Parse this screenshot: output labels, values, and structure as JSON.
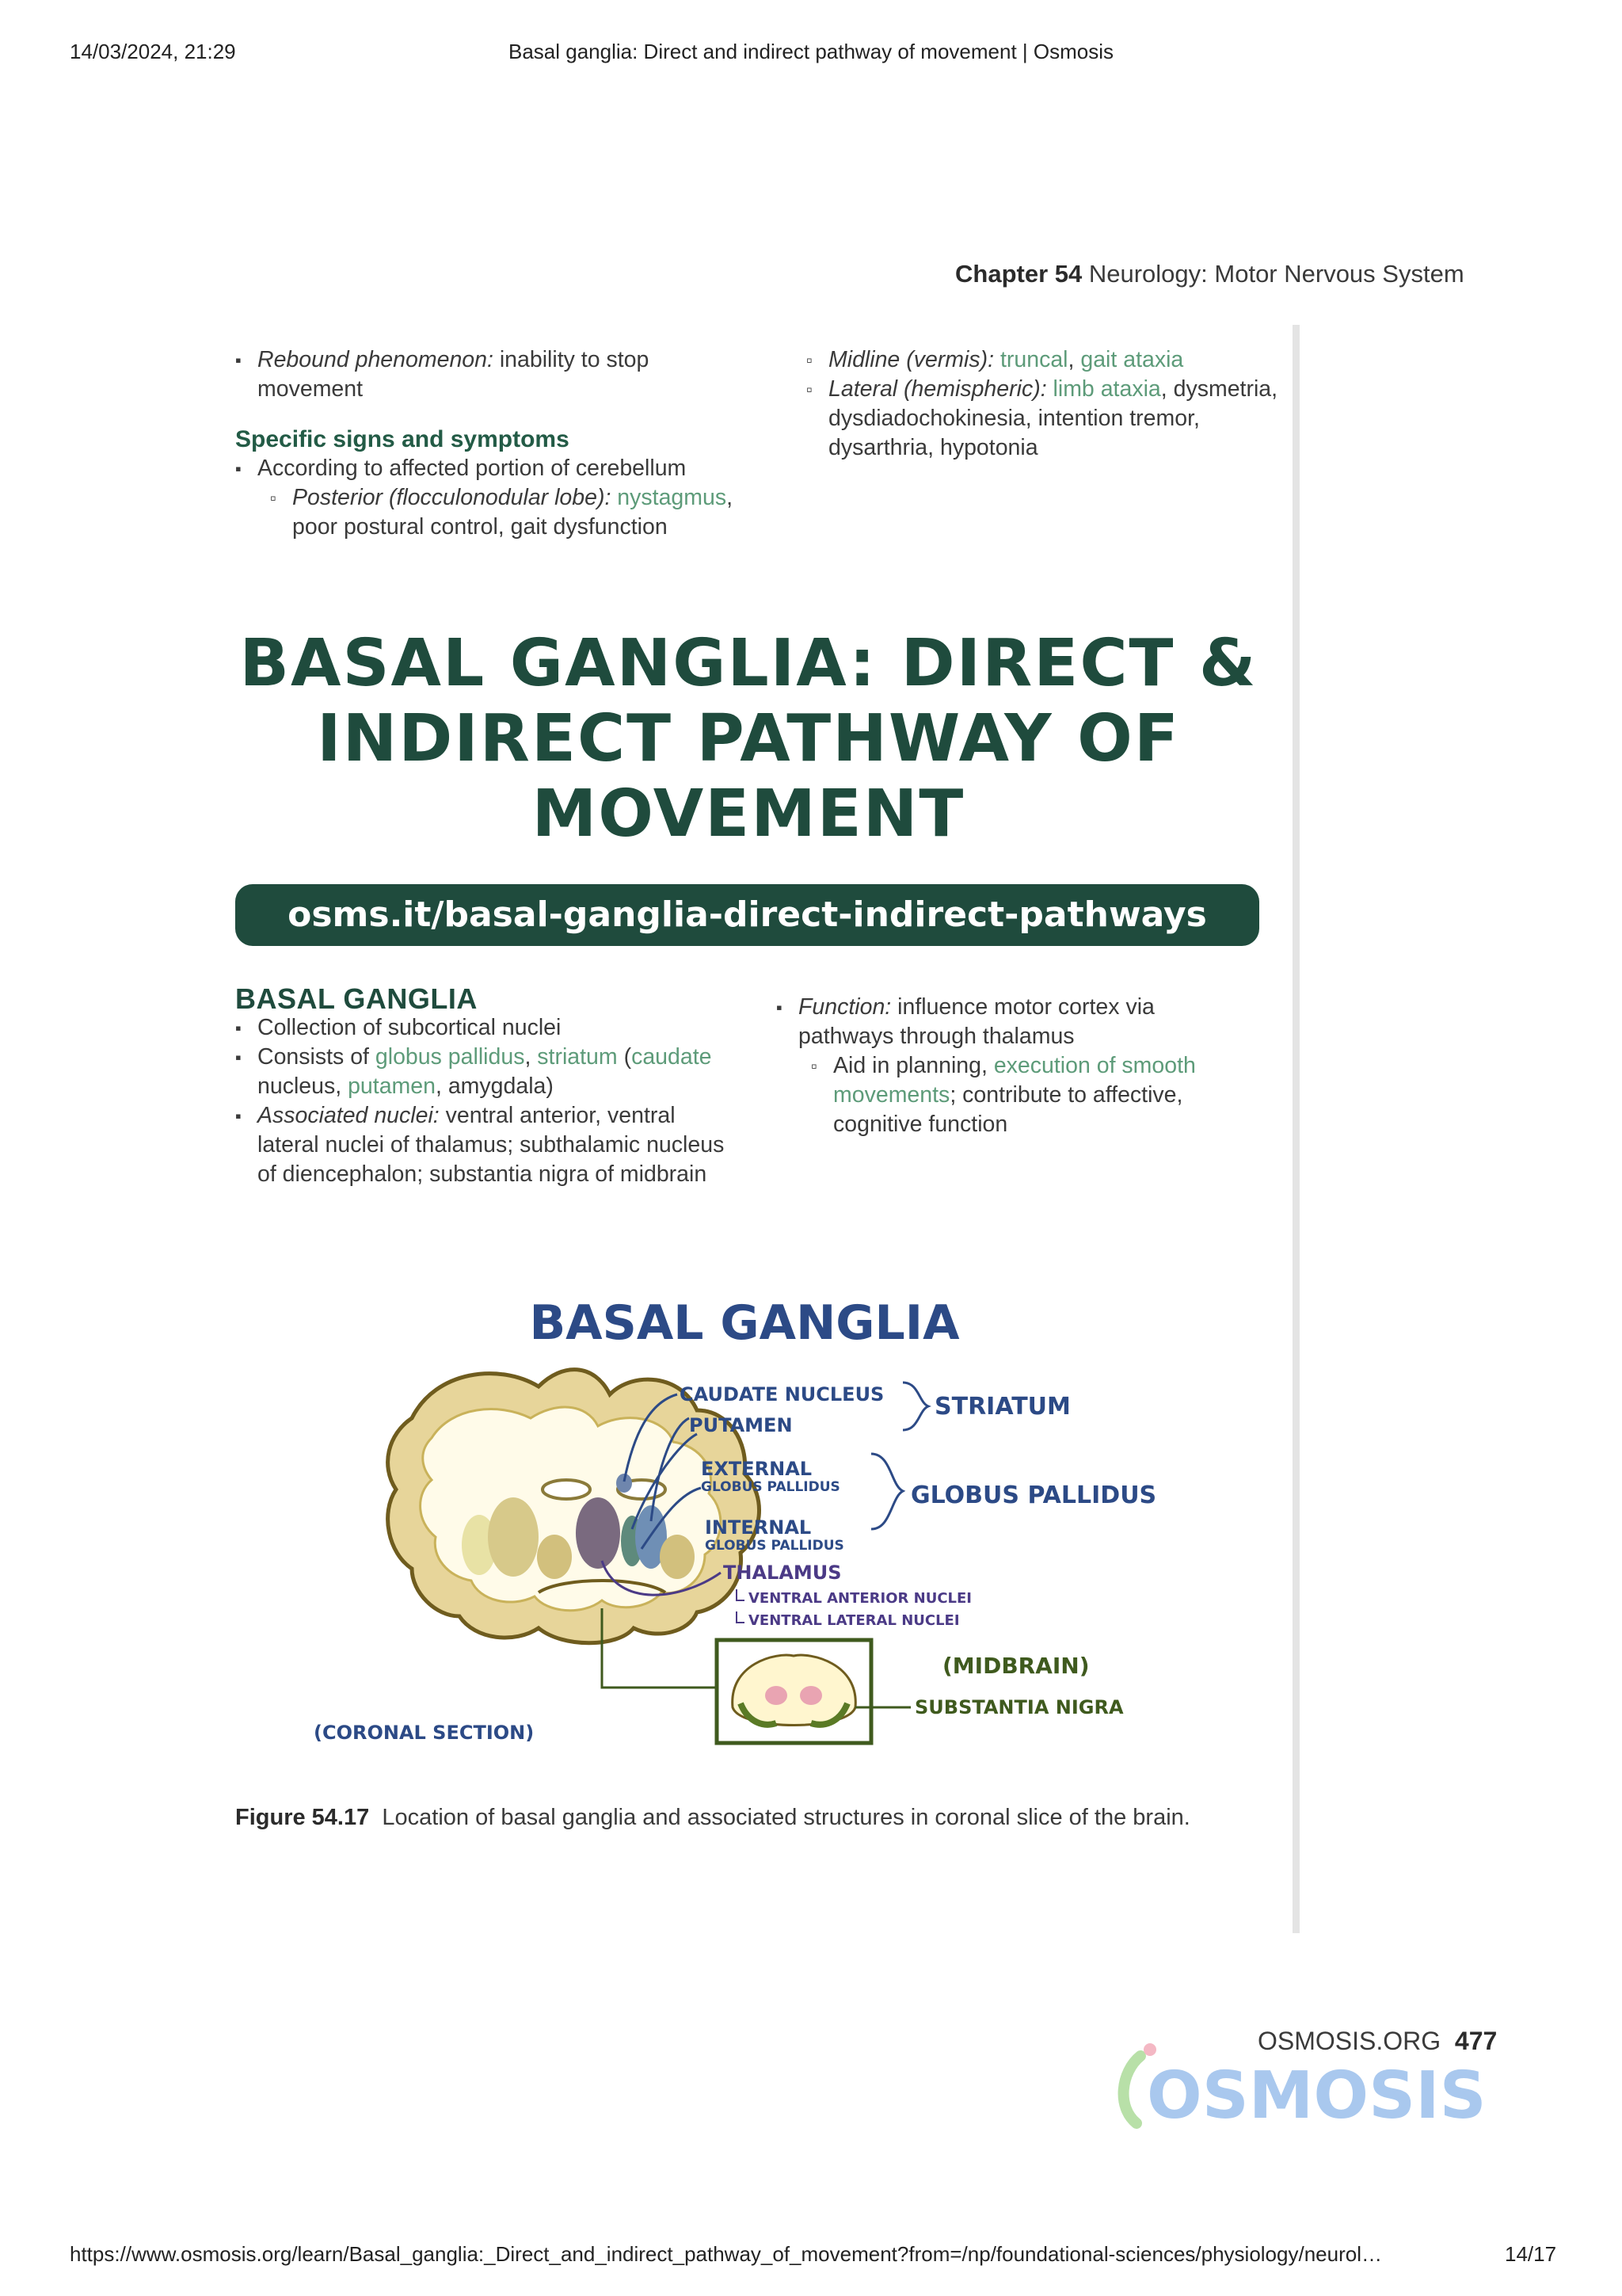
{
  "browser": {
    "datetime": "14/03/2024, 21:29",
    "tab_title": "Basal ganglia: Direct and indirect pathway of movement | Osmosis",
    "url": "https://www.osmosis.org/learn/Basal_ganglia:_Direct_and_indirect_pathway_of_movement?from=/np/foundational-sciences/physiology/neurol…",
    "page_count": "14/17"
  },
  "chapter": {
    "label": "Chapter 54",
    "title": "Neurology: Motor Nervous System"
  },
  "top_left": {
    "rebound_term": "Rebound phenomenon:",
    "rebound_text": " inability to stop movement",
    "heading": "Specific signs and symptoms",
    "according": "According to affected portion of cerebellum",
    "posterior_term": "Posterior (flocculonodular lobe):",
    "nystagmus": "nystagmus",
    "posterior_rest": ", poor postural control, gait dysfunction"
  },
  "top_right": {
    "midline_term": "Midline (vermis):",
    "truncal": "truncal",
    "comma": ", ",
    "gait_ataxia": "gait ataxia",
    "lateral_term": "Lateral (hemispheric):",
    "limb_ataxia": "limb ataxia",
    "lateral_rest": ", dysmetria, dysdiadochokinesia, intention tremor, dysarthria, hypotonia"
  },
  "section": {
    "title": "BASAL GANGLIA: DIRECT & INDIRECT PATHWAY OF MOVEMENT",
    "link": "osms.it/basal-ganglia-direct-indirect-pathways"
  },
  "basal_left": {
    "heading": "BASAL GANGLIA",
    "collection": "Collection of subcortical nuclei",
    "consists_pre": "Consists of ",
    "globus_pallidus": "globus pallidus",
    "comma1": ", ",
    "striatum": "striatum",
    "paren_open": " (",
    "caudate": "caudate",
    "nucleus_txt": " nucleus, ",
    "putamen": "putamen",
    "amygdala_txt": ", amygdala)",
    "assoc_term": "Associated nuclei:",
    "assoc_text": " ventral anterior, ventral lateral nuclei of thalamus; subthalamic nucleus of diencephalon; substantia nigra of midbrain"
  },
  "basal_right": {
    "function_term": "Function:",
    "function_text": " influence motor cortex via pathways through thalamus",
    "aid_pre": "Aid in planning, ",
    "execution": "execution of smooth movements",
    "aid_rest": "; contribute to affective, cognitive function"
  },
  "figure": {
    "title": "BASAL GANGLIA",
    "caudate_nucleus": "CAUDATE NUCLEUS",
    "putamen": "PUTAMEN",
    "striatum": "STRIATUM",
    "external": "EXTERNAL",
    "external_sub": "GLOBUS PALLIDUS",
    "internal": "INTERNAL",
    "internal_sub": "GLOBUS PALLIDUS",
    "globus_pallidus": "GLOBUS PALLIDUS",
    "thalamus": "THALAMUS",
    "ventral_anterior": "VENTRAL ANTERIOR NUCLEI",
    "ventral_lateral": "VENTRAL LATERAL NUCLEI",
    "midbrain": "(MIDBRAIN)",
    "substantia_nigra": "SUBSTANTIA NIGRA",
    "coronal_section": "(CORONAL SECTION)",
    "caption_label": "Figure 54.17",
    "caption_text": "Location of basal ganglia and associated structures in coronal slice of the brain."
  },
  "footer": {
    "site": "OSMOSIS.ORG",
    "page_number": "477",
    "logo_text": "OSMOSIS.org"
  },
  "colors": {
    "dark_green": "#1f4b3d",
    "link_green": "#5d9b79",
    "figure_blue": "#2c4a86",
    "figure_olive": "#3f5a1e",
    "thalamus_purple": "#4b3a86"
  }
}
